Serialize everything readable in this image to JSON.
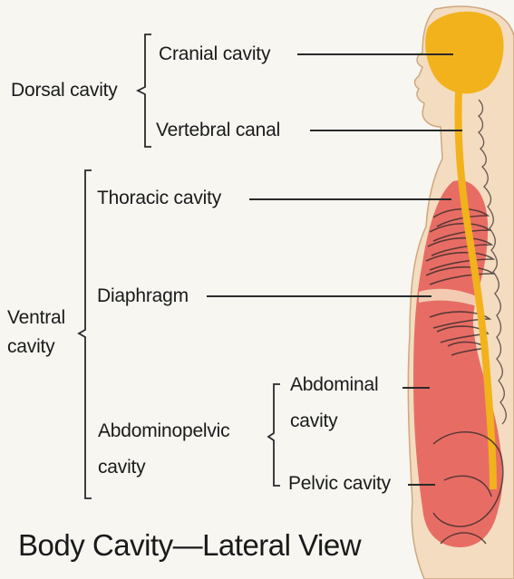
{
  "labels": {
    "dorsal_cavity": "Dorsal cavity",
    "cranial_cavity": "Cranial cavity",
    "vertebral_canal": "Vertebral canal",
    "thoracic_cavity": "Thoracic cavity",
    "diaphragm": "Diaphragm",
    "ventral_cavity_line1": "Ventral",
    "ventral_cavity_line2": "cavity",
    "abdominopelvic_line1": "Abdominopelvic",
    "abdominopelvic_line2": "cavity",
    "abdominal_line1": "Abdominal",
    "abdominal_line2": "cavity",
    "pelvic_cavity": "Pelvic cavity"
  },
  "title": "Body Cavity—Lateral View",
  "colors": {
    "background": "#f7f6f1",
    "skin": "#f3dcc0",
    "dorsal": "#f2b21b",
    "ventral": "#e6605a",
    "outline": "#2a2a2a"
  }
}
